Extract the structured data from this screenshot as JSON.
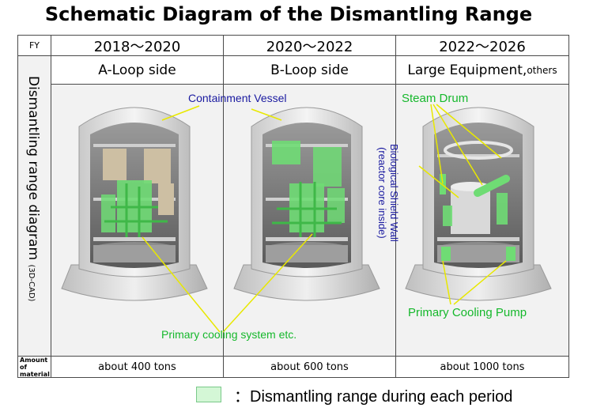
{
  "title": "Schematic Diagram of the Dismantling Range",
  "table": {
    "fy_label": "FY",
    "row_label": "Dismantling range diagram",
    "row_label_small": "(3D-CAD)",
    "amount_label": "Amount of material",
    "columns": [
      {
        "years": "2018～2020",
        "side": "A-Loop side",
        "side_small": "",
        "amount": "about 400 tons"
      },
      {
        "years": "2020～2022",
        "side": "B-Loop side",
        "side_small": "",
        "amount": "about 600 tons"
      },
      {
        "years": "2022～2026",
        "side": "Large Equipment,",
        "side_small": "others",
        "amount": "about 1000 tons"
      }
    ]
  },
  "annotations": {
    "containment_vessel": "Containment Vessel",
    "primary_cooling_system": "Primary cooling system etc.",
    "steam_drum": "Steam Drum",
    "biological_shield_wall": "Biological Shield Wall",
    "reactor_core_inside": "(reactor core inside)",
    "primary_cooling_pump": "Primary Cooling Pump"
  },
  "legend": {
    "text": "：Dismantling range during each period",
    "swatch_color": "#d4f7d6"
  },
  "colors": {
    "label_blue": "#1a1aa0",
    "label_green": "#16b82c",
    "highlight_green": "#6fdc74",
    "equipment_tan": "#cdbfa3",
    "structure_gray": "#d9d9d9"
  }
}
